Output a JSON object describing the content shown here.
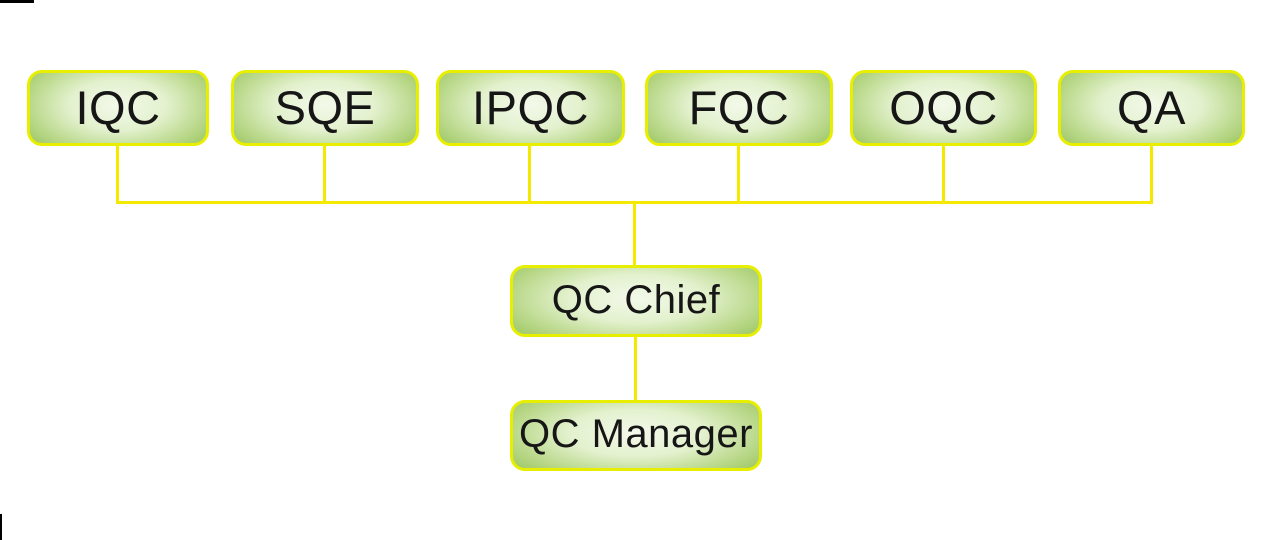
{
  "diagram": {
    "top_row": [
      {
        "label": "IQC"
      },
      {
        "label": "SQE"
      },
      {
        "label": "IPQC"
      },
      {
        "label": "FQC"
      },
      {
        "label": "OQC"
      },
      {
        "label": "QA"
      }
    ],
    "chief": {
      "label": "QC Chief"
    },
    "manager": {
      "label": "QC Manager"
    },
    "colors": {
      "background": "#ffffff",
      "box_border": "#e7ee00",
      "box_gradient_center": "#f3f9ea",
      "box_gradient_edge": "#8fbe50",
      "connector_line": "#f3ea00",
      "label_text": "#161616",
      "frame_fragment": "#000000"
    }
  }
}
